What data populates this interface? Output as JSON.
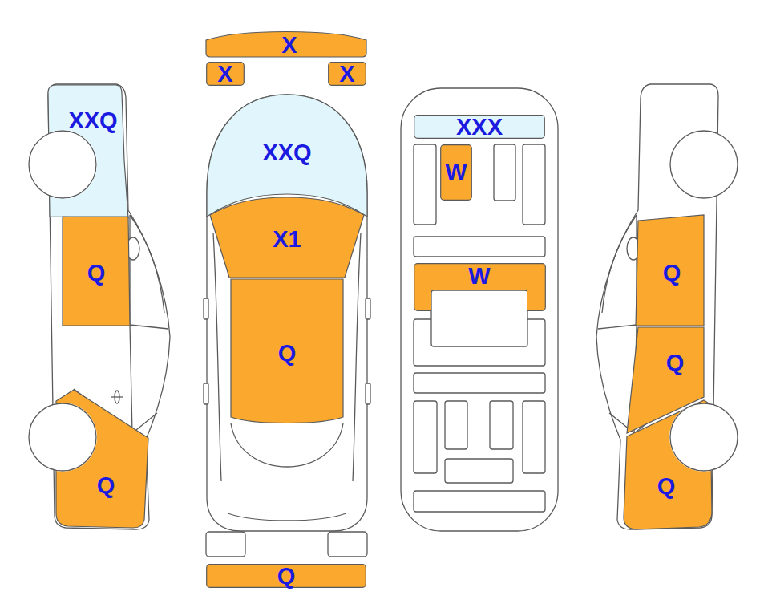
{
  "diagram": {
    "nodes": [
      {
        "text": [
          "X"
        ]
      },
      {
        "text": [
          "X"
        ]
      },
      {
        "text": [
          "X"
        ]
      },
      {
        "text": [
          "XXQ"
        ]
      },
      {
        "text": [
          "XXX"
        ]
      },
      {
        "text": [
          "XXQ"
        ]
      },
      {
        "text": [
          "W"
        ]
      },
      {
        "text": [
          "X1"
        ]
      },
      {
        "text": [
          "Q"
        ]
      },
      {
        "text": [
          "Q"
        ]
      },
      {
        "text": [
          "W"
        ]
      },
      {
        "text": [
          "Q"
        ]
      },
      {
        "text": [
          "Q"
        ]
      },
      {
        "text": [
          "Q"
        ]
      },
      {
        "text": [
          "Q"
        ]
      },
      {
        "text": [
          "Q"
        ]
      }
    ]
  }
}
